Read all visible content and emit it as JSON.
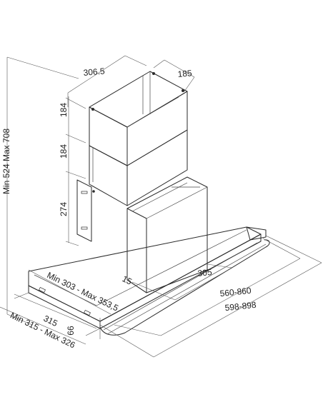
{
  "dimensions": {
    "chimney_depth": "306.5",
    "chimney_width": "185",
    "upper_section_height": "184",
    "middle_section_height": "184",
    "lower_section_height": "274",
    "total_height_range": "Min 524 Max 708",
    "wall_bracket_offset": "15",
    "bracket_width": "305",
    "inner_width_range": "560-860",
    "outer_width_range": "598-898",
    "depth_range_upper": "Min 303 - Max 353,5",
    "depth": "315",
    "canopy_height": "66",
    "depth_range_lower": "Min 315 - Max 326"
  }
}
